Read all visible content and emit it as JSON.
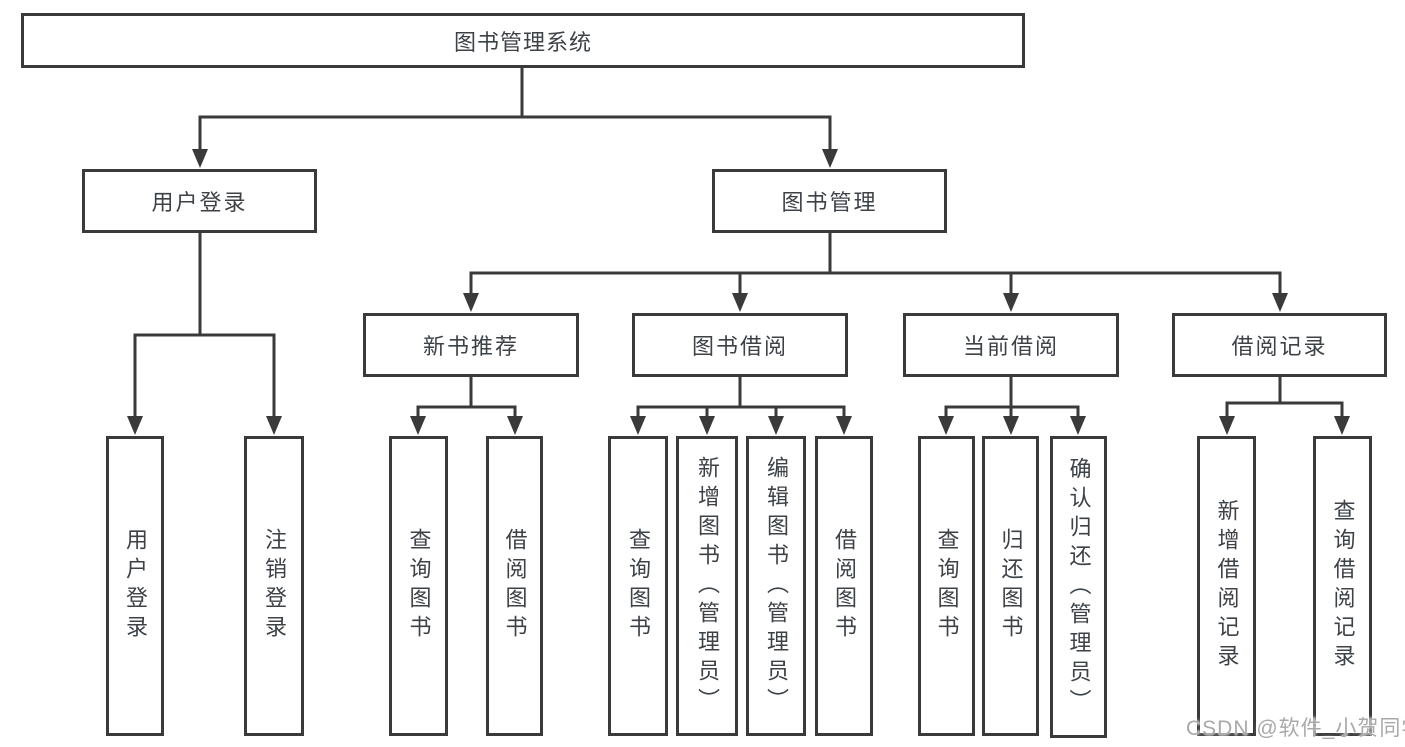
{
  "tree": {
    "root": {
      "label": "图书管理系统"
    },
    "branches": [
      {
        "label": "用户登录",
        "children": [
          {
            "label": "用户登录"
          },
          {
            "label": "注销登录"
          }
        ]
      },
      {
        "label": "图书管理",
        "children": [
          {
            "label": "新书推荐",
            "children": [
              {
                "label": "查询图书"
              },
              {
                "label": "借阅图书"
              }
            ]
          },
          {
            "label": "图书借阅",
            "children": [
              {
                "label": "查询图书"
              },
              {
                "label": "新增图书（管理员）"
              },
              {
                "label": "编辑图书（管理员）"
              },
              {
                "label": "借阅图书"
              }
            ]
          },
          {
            "label": "当前借阅",
            "children": [
              {
                "label": "查询图书"
              },
              {
                "label": "归还图书"
              },
              {
                "label": "确认归还（管理员）"
              }
            ]
          },
          {
            "label": "借阅记录",
            "children": [
              {
                "label": "新增借阅记录"
              },
              {
                "label": "查询借阅记录"
              }
            ]
          }
        ]
      }
    ]
  },
  "watermark": "CSDN @软件_小贺同学",
  "colors": {
    "line": "#3a3a3a",
    "text": "#3d4247",
    "watermark": "#a9a9a9",
    "background": "#ffffff"
  }
}
